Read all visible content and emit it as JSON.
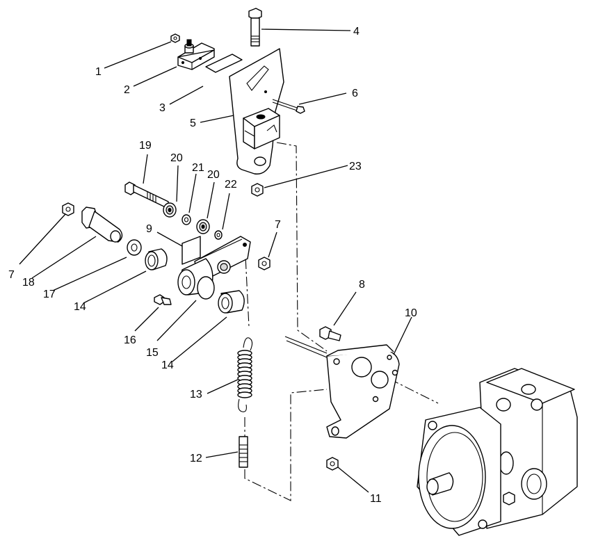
{
  "diagram": {
    "callouts": [
      {
        "id": "c1",
        "text": "1"
      },
      {
        "id": "c2",
        "text": "2"
      },
      {
        "id": "c3",
        "text": "3"
      },
      {
        "id": "c4",
        "text": "4"
      },
      {
        "id": "c5",
        "text": "5"
      },
      {
        "id": "c6",
        "text": "6"
      },
      {
        "id": "c7a",
        "text": "7"
      },
      {
        "id": "c7b",
        "text": "7"
      },
      {
        "id": "c8",
        "text": "8"
      },
      {
        "id": "c9",
        "text": "9"
      },
      {
        "id": "c10",
        "text": "10"
      },
      {
        "id": "c11",
        "text": "11"
      },
      {
        "id": "c12",
        "text": "12"
      },
      {
        "id": "c13",
        "text": "13"
      },
      {
        "id": "c14a",
        "text": "14"
      },
      {
        "id": "c14b",
        "text": "14"
      },
      {
        "id": "c15",
        "text": "15"
      },
      {
        "id": "c16",
        "text": "16"
      },
      {
        "id": "c17",
        "text": "17"
      },
      {
        "id": "c18",
        "text": "18"
      },
      {
        "id": "c19",
        "text": "19"
      },
      {
        "id": "c20a",
        "text": "20"
      },
      {
        "id": "c20b",
        "text": "20"
      },
      {
        "id": "c21",
        "text": "21"
      },
      {
        "id": "c22",
        "text": "22"
      },
      {
        "id": "c23",
        "text": "23"
      }
    ]
  }
}
